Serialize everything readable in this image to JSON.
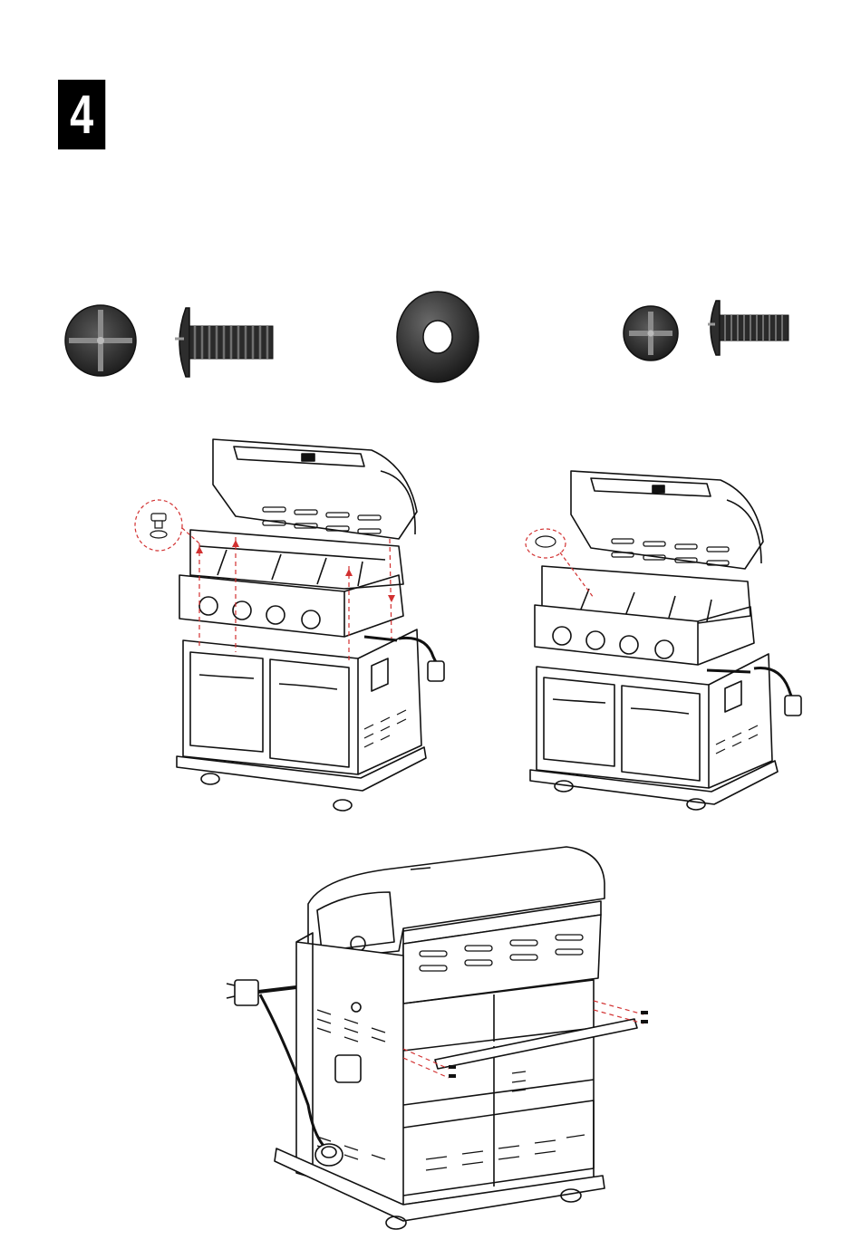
{
  "step": {
    "number": "4"
  },
  "hardware": [
    {
      "name": "large-screw",
      "icon": "phillips-screw-large-icon"
    },
    {
      "name": "washer",
      "icon": "washer-icon"
    },
    {
      "name": "small-screw",
      "icon": "phillips-screw-small-icon"
    }
  ],
  "diagrams": [
    {
      "name": "grill-head-mounting-front-view",
      "icon": "grill-head-exploded-icon"
    },
    {
      "name": "grill-head-installed-front-view",
      "icon": "grill-assembled-icon"
    },
    {
      "name": "cross-bar-rear-view",
      "icon": "grill-rear-view-icon"
    }
  ],
  "colors": {
    "line": "#111111",
    "dash": "#d23030",
    "hardware_fill": "#2d2d2d",
    "badge": "#000000"
  }
}
